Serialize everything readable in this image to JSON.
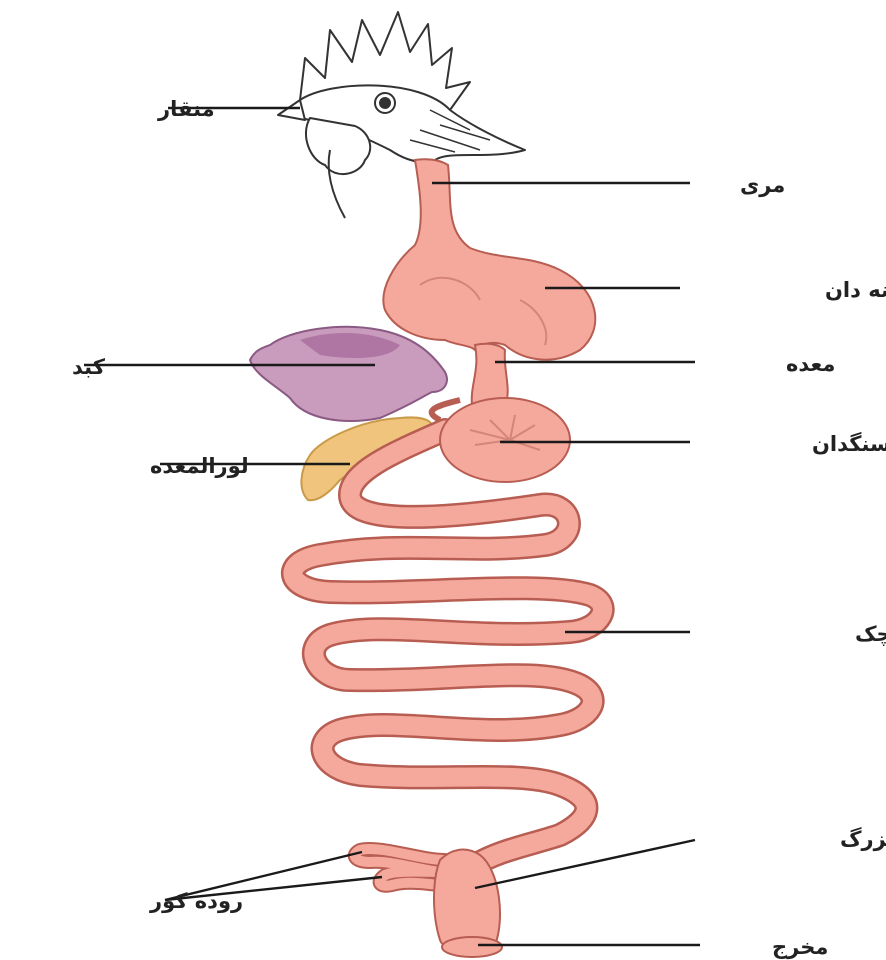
{
  "labels": {
    "beak": "منقار",
    "esophagus": "مری",
    "crop": "چینه دان",
    "liver": "کبد",
    "proventriculus": "معده",
    "gizzard": "سنگدان",
    "pancreas": "لوزالمعده",
    "small_intestine": "روده کوچک",
    "large_intestine": "روده بزرگ",
    "ceca": "روده کور",
    "cloaca": "مخرج"
  },
  "colors": {
    "organ_pink": "#f4a99c",
    "organ_outline": "#b85d52",
    "liver": "#c99bbd",
    "liver_dark": "#a4669a",
    "pancreas": "#f0c47c",
    "leader_line": "#1a1a1a",
    "label_text": "#222222",
    "background": "#ffffff"
  },
  "icons": [
    "rooster-head-icon"
  ]
}
